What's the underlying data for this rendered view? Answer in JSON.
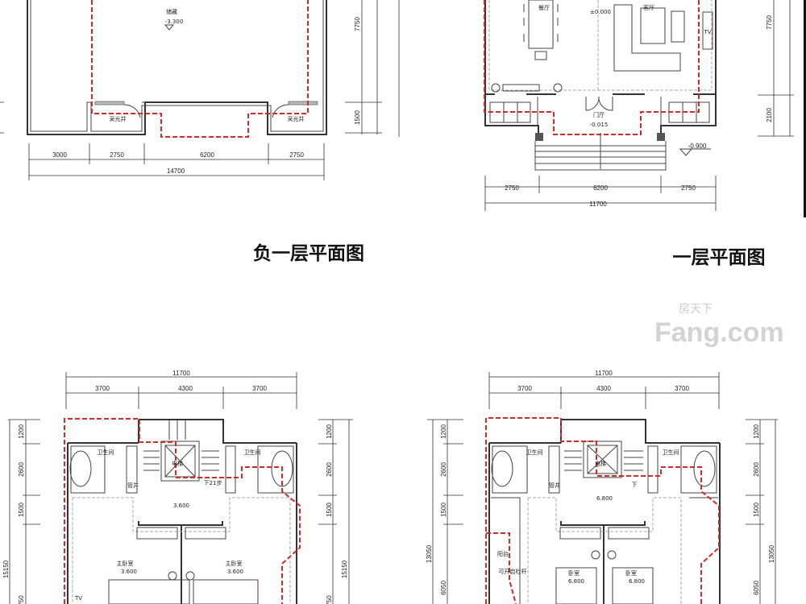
{
  "plans": {
    "basement": {
      "title": "负一层平面图",
      "rooms": {
        "storage": "储藏",
        "lightwell_left": "采光井",
        "lightwell_right": "采光井"
      },
      "elevation": "-3.300",
      "dims_bottom": [
        "3000",
        "2750",
        "6200",
        "2750"
      ],
      "dims_total": "14700",
      "dims_right": [
        "7750",
        "1500"
      ]
    },
    "ground": {
      "title": "一层平面图",
      "rooms": {
        "dining": "餐厅",
        "living": "客厅",
        "foyer": "门厅",
        "tv": "TV"
      },
      "elevations": {
        "main": "±0.000",
        "foyer": "-0.015",
        "outside": "-0.900"
      },
      "dims_bottom": [
        "2750",
        "6200",
        "2750"
      ],
      "dims_total": "11700",
      "dims_right": [
        "7750",
        "2100"
      ]
    },
    "second_left": {
      "dims_total": "11700",
      "dims_top": [
        "3700",
        "4300",
        "3700"
      ],
      "dims_side": [
        "1200",
        "2600",
        "1500",
        "750"
      ],
      "dims_side_total": "15150",
      "rooms": {
        "bath_left": "卫生间",
        "bath_right": "卫生间",
        "elevator": "电梯",
        "shaft": "管井",
        "stairs": "下21步",
        "master_left": "主卧室",
        "master_right": "主卧室",
        "tv": "TV"
      },
      "elevations": {
        "hall": "3.600",
        "master_left": "3.600",
        "master_right": "3.600"
      }
    },
    "second_right": {
      "dims_total": "11700",
      "dims_top": [
        "3700",
        "4300",
        "3700"
      ],
      "dims_side": [
        "1200",
        "2600",
        "1500",
        "6050"
      ],
      "dims_side_total": "13050",
      "rooms": {
        "bath_left": "卫生间",
        "bath_right": "卫生间",
        "elevator": "电梯",
        "shaft": "管井",
        "stairs": "下",
        "balcony": "阳台",
        "railing": "可开启栏杆",
        "bed_left": "卧室",
        "bed_right": "卧室"
      },
      "elevations": {
        "hall": "6.800",
        "bed_left": "6.800",
        "bed_right": "6.800"
      }
    }
  },
  "watermark": {
    "brand": "Fang.com",
    "chinese": "房天下"
  },
  "colors": {
    "outline": "#d42a2a",
    "walls": "#333333",
    "background": "#ffffff"
  }
}
